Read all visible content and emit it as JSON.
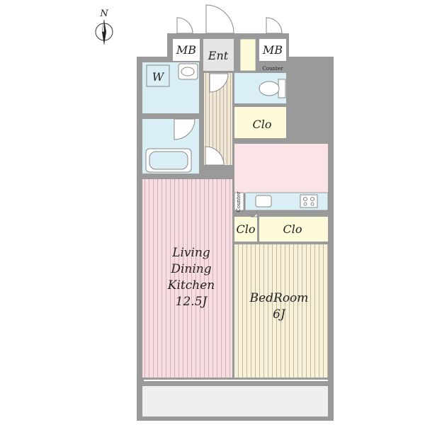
{
  "compass": {
    "label": "N"
  },
  "rooms": {
    "mb_left": "MB",
    "entrance": "Ent",
    "mb_right": "MB",
    "washroom": "W",
    "counter_top": "Counter",
    "closet_upper": "Clo",
    "counter_side": "Counter",
    "ldk_line1": "Living",
    "ldk_line2": "Dining",
    "ldk_line3": "Kitchen",
    "ldk_size": "12.5J",
    "closet_small": "Clo",
    "closet_bedroom": "Clo",
    "bedroom_name": "BedRoom",
    "bedroom_size": "6J"
  },
  "colors": {
    "ldk_floor": "#f7dde2",
    "bedroom_floor": "#f6f1d8",
    "kitchen_floor": "#fbe3e8",
    "wet_area": "#d9eef5",
    "closet": "#fdfbd9",
    "hall_floor": "#ece4d4",
    "balcony": "#efefef",
    "wall": "#9a9a9a"
  }
}
